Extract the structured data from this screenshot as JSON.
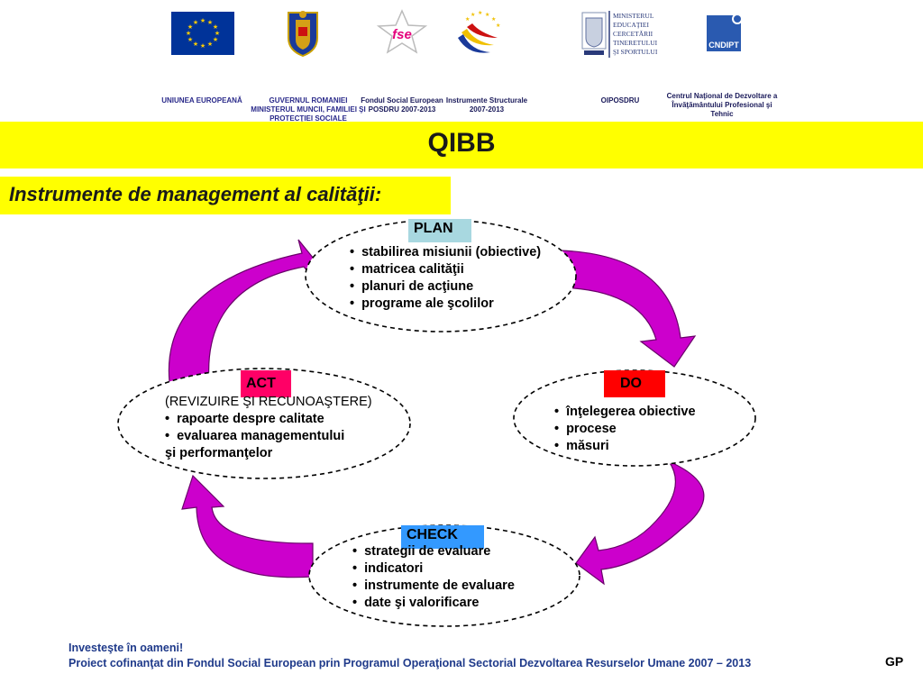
{
  "header": {
    "logos": [
      {
        "name": "eu-flag-logo",
        "label": [
          "UNIUNEA EUROPEANĂ"
        ]
      },
      {
        "name": "romania-coat-of-arms-logo",
        "label": [
          "GUVERNUL ROMANIEI",
          "MINISTERUL MUNCII, FAMILIEI ŞI",
          "PROTECŢIEI SOCIALE"
        ]
      },
      {
        "name": "fse-logo",
        "text": "fse",
        "label": [
          "Fondul Social European",
          "POSDRU 2007-2013"
        ]
      },
      {
        "name": "structural-instruments-logo",
        "label": [
          "Instrumente Structurale",
          "2007-2013"
        ]
      },
      {
        "name": "ministry-education-logo",
        "text_lines": [
          "MINISTERUL",
          "EDUCAŢIEI",
          "CERCETĂRII",
          "TINERETULUI",
          "ŞI SPORTULUI"
        ],
        "label": [
          "OIPOSDRU"
        ]
      },
      {
        "name": "cndipt-logo",
        "text": "CNDIPT",
        "label": [
          "Centrul Naţional de Dezvoltare a",
          "Învăţământului Profesional şi",
          "Tehnic"
        ]
      }
    ]
  },
  "title": "QIBB",
  "subtitle": "Instrumente de management al calităţii:",
  "cycle": {
    "plan": {
      "label": "PLAN",
      "items": [
        "stabilirea misiunii (obiective)",
        "matricea calităţii",
        "planuri de acţiune",
        "programe ale şcolilor"
      ]
    },
    "do": {
      "label": "DO",
      "items": [
        "înţelegerea obiective",
        "procese",
        "măsuri"
      ]
    },
    "check": {
      "label": "CHECK",
      "items": [
        "strategii de evaluare",
        "indicatori",
        "instrumente de evaluare",
        "date şi valorificare"
      ]
    },
    "act": {
      "label": "ACT",
      "intro": "(REVIZUIRE ŞI RECUNOAŞTERE)",
      "items": [
        "rapoarte despre calitate",
        "evaluarea managementului"
      ],
      "continuation": "şi performanţelor"
    }
  },
  "footer": {
    "line1": "Investeşte în oameni!",
    "line2": "Proiect cofinanţat din Fondul Social European prin Programul Operaţional Sectorial Dezvoltarea Resurselor Umane 2007 – 2013",
    "tag": "GP"
  },
  "colors": {
    "band": "#ffff00",
    "arrow": "#cc00cc",
    "plan_box": "#a8d8e0",
    "do_box": "#ff0000",
    "check_box": "#3399ff",
    "act_box": "#ff0066"
  }
}
